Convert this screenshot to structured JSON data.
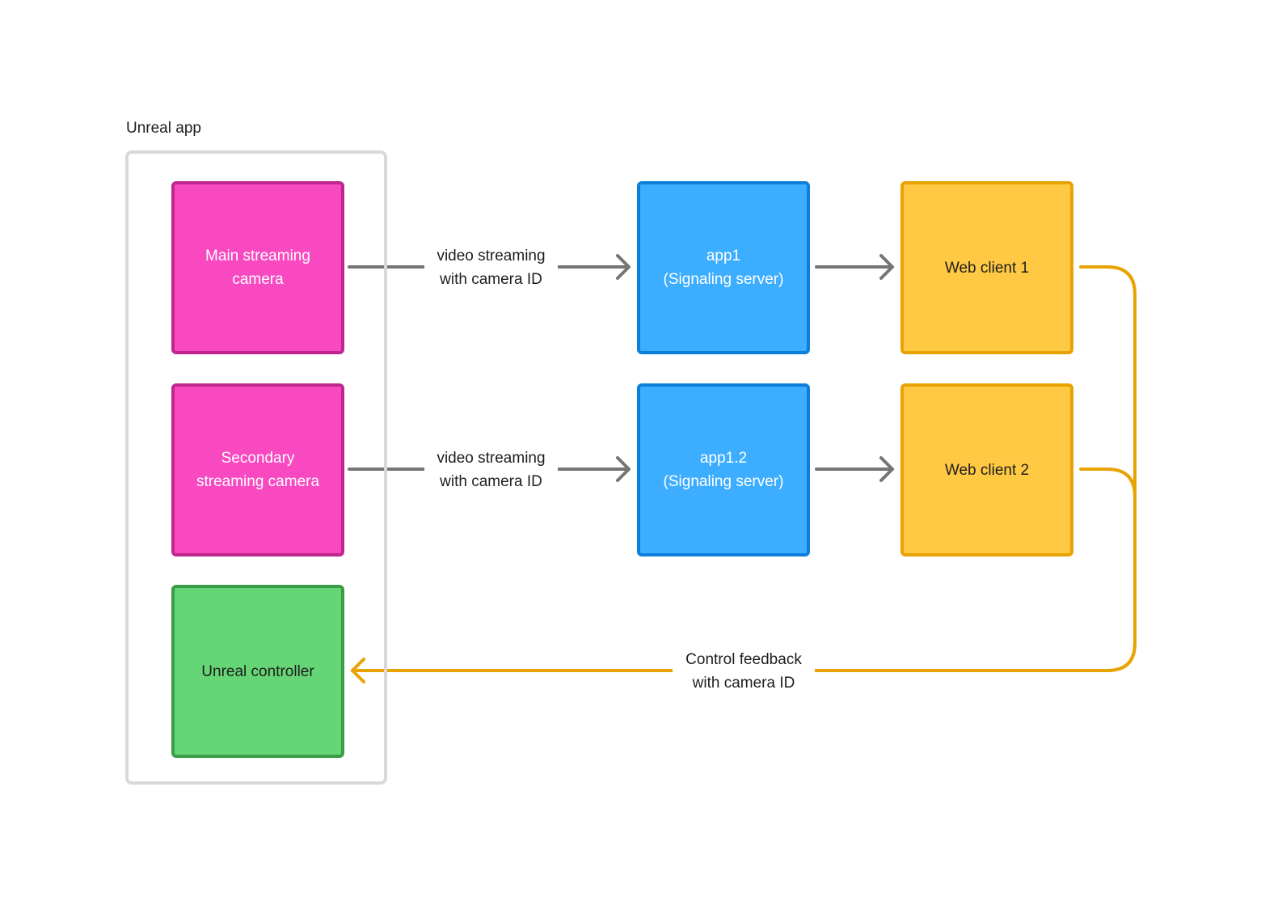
{
  "group": {
    "title": "Unreal app"
  },
  "nodes": {
    "main_camera": "Main streaming\ncamera",
    "secondary_camera": "Secondary\nstreaming camera",
    "controller": "Unreal controller",
    "app1": "app1\n(Signaling server)",
    "app1_2": "app1.2\n(Signaling server)",
    "web_client_1": "Web client 1",
    "web_client_2": "Web client 2"
  },
  "edges": {
    "video_1": "video streaming\nwith camera ID",
    "video_2": "video streaming\nwith camera ID",
    "control": "Control feedback\nwith camera ID"
  },
  "colors": {
    "camera_fill": "#f849c1",
    "server_fill": "#3dadff",
    "client_fill": "#ffc943",
    "controller_fill": "#66d575",
    "video_arrow": "#757575",
    "control_arrow": "#e8a302",
    "group_border": "#d9d9d9"
  }
}
